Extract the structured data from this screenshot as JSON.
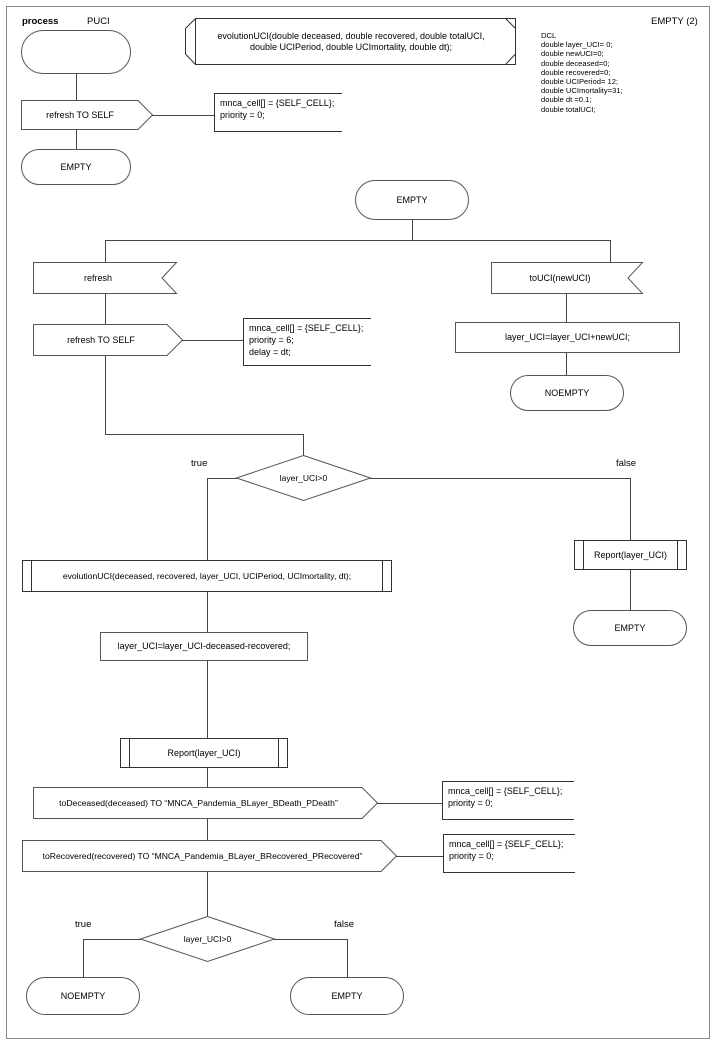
{
  "diagram": {
    "kind": "sdl-process-diagram",
    "header": {
      "keyword": "process",
      "name": "PUCI",
      "page_label": "EMPTY (2)"
    },
    "procedure_signature": "evolutionUCI(double deceased, double recovered, double totalUCI,\ndouble UCIPeriod, double UCImortality, double dt);",
    "declaration": {
      "title": "DCL",
      "lines": "DCL\ndouble layer_UCI= 0;\ndouble newUCI=0;\ndouble deceased=0;\ndouble recovered=0;\ndouble UCIPeriod= 12;\ndouble UCImortality=31;\ndouble dt =0.1;\ndouble totalUCI;"
    },
    "start_branch": {
      "output_refresh_self": "refresh TO SELF",
      "comment_refresh_self": "mnca_cell[] = {SELF_CELL};\npriority = 0;",
      "state_empty": "EMPTY"
    },
    "main_state": "EMPTY",
    "left_branch": {
      "input_refresh": "refresh",
      "output_refresh_self": "refresh TO SELF",
      "comment_refresh_self": "mnca_cell[] = {SELF_CELL};\npriority = 6;\ndelay = dt;"
    },
    "right_branch": {
      "input_touci": "toUCI(newUCI)",
      "task_add": "layer_UCI=layer_UCI+newUCI;",
      "state_noempty": "NOEMPTY"
    },
    "decision_top": {
      "condition": "layer_UCI>0",
      "true_label": "true",
      "false_label": "false"
    },
    "true_path": {
      "procedure_call": "evolutionUCI(deceased, recovered, layer_UCI, UCIPeriod, UCImortality, dt);",
      "task_subtract": "layer_UCI=layer_UCI-deceased-recovered;",
      "procedure_report": "Report(layer_UCI)",
      "output_deceased": "toDeceased(deceased) TO “MNCA_Pandemia_BLayer_BDeath_PDeath”",
      "comment_deceased": "mnca_cell[] = {SELF_CELL};\npriority = 0;",
      "output_recovered": "toRecovered(recovered) TO “MNCA_Pandemia_BLayer_BRecovered_PRecovered”",
      "comment_recovered": "mnca_cell[] = {SELF_CELL};\npriority = 0;"
    },
    "false_path": {
      "procedure_report": "Report(layer_UCI)",
      "state_empty": "EMPTY"
    },
    "decision_bottom": {
      "condition": "layer_UCI>0",
      "true_label": "true",
      "false_label": "false",
      "state_true": "NOEMPTY",
      "state_false": "EMPTY"
    }
  }
}
